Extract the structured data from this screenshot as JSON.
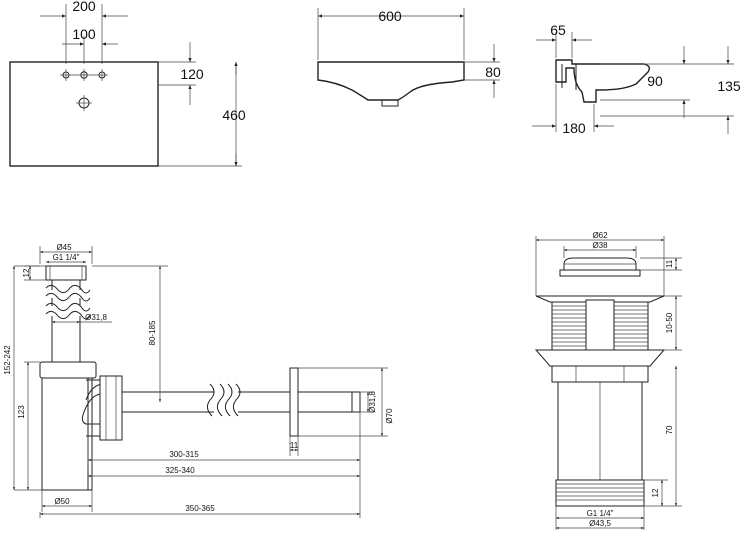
{
  "top": {
    "front": {
      "width_outer": "200",
      "width_inner": "100",
      "depth_tap": "120",
      "depth_total": "460"
    },
    "elevation": {
      "length": "600",
      "height": "80"
    },
    "side": {
      "back": "65",
      "height_front": "90",
      "height_total": "135",
      "projection": "180"
    }
  },
  "siphon": {
    "d45": "Ø45",
    "thread_top": "G1 1/4\"",
    "h12": "12",
    "d31_8": "Ø31,8",
    "range_152_242": "152-242",
    "range_80_185": "80-185",
    "h123": "123",
    "d31_8_right": "Ø31,8",
    "d70": "Ø70",
    "w11": "11",
    "range_300_315": "300-315",
    "range_325_340": "325-340",
    "d50": "Ø50",
    "range_350_365": "350-365"
  },
  "drain": {
    "d62": "Ø62",
    "d38": "Ø38",
    "h11": "11",
    "range_10_50": "10-50",
    "h70": "70",
    "h12": "12",
    "thread": "G1 1/4\"",
    "d43_5": "Ø43,5"
  }
}
